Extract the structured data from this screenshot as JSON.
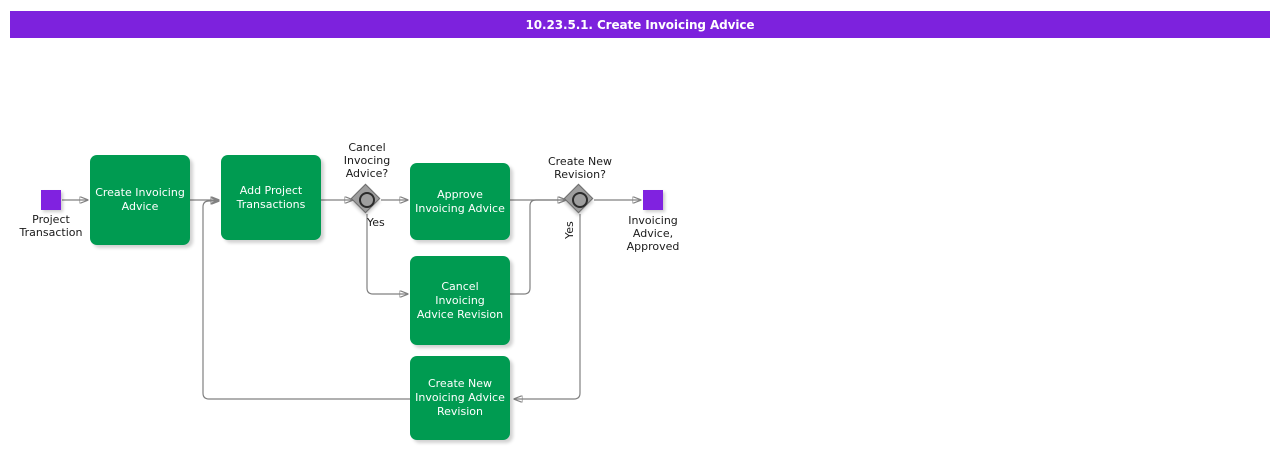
{
  "header": {
    "title": "10.23.5.1. Create Invoicing Advice",
    "bar_color": "#7d22dd",
    "text_color": "#ffffff"
  },
  "palette": {
    "task_green": "#009b51",
    "event_purple": "#8022e0",
    "gateway_gray": "#9e9e9e",
    "connector_gray": "#808080",
    "canvas": "#ffffff"
  },
  "diagram": {
    "type": "bpmn-process-flow",
    "start_event": {
      "name": "start-event",
      "label": "Project\nTransaction",
      "shape": "square",
      "color": "#8022e0"
    },
    "end_event": {
      "name": "end-event",
      "label": "Invoicing\nAdvice,\nApproved",
      "shape": "square",
      "color": "#8022e0"
    },
    "tasks": [
      {
        "id": "create-invoicing-advice",
        "label": "Create Invoicing\nAdvice"
      },
      {
        "id": "add-project-transactions",
        "label": "Add Project\nTransactions"
      },
      {
        "id": "approve-invoicing-advice",
        "label": "Approve\nInvoicing Advice"
      },
      {
        "id": "cancel-invoicing-advice-revision",
        "label": "Cancel Invoicing\nAdvice Revision"
      },
      {
        "id": "create-new-invoicing-advice-revision",
        "label": "Create New\nInvoicing Advice\nRevision"
      }
    ],
    "gateways": [
      {
        "id": "cancel-invoicing-advice-gateway",
        "title": "Cancel\nInvocing\nAdvice?",
        "branch_label": "Yes"
      },
      {
        "id": "create-new-revision-gateway",
        "title": "Create New\nRevision?",
        "branch_label": "Yes"
      }
    ]
  }
}
